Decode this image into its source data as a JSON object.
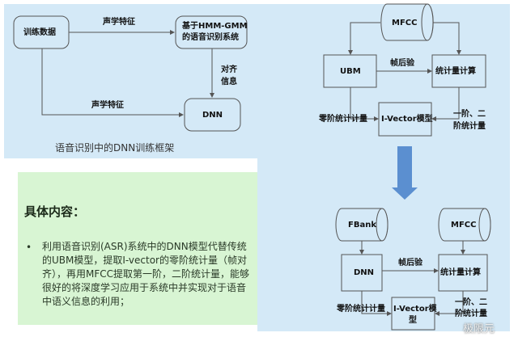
{
  "left_diagram": {
    "training_data": "训练数据",
    "hmm_system_line1": "基于HMM-GMM",
    "hmm_system_line2": "的语音识别系统",
    "acoustic_feature_top": "声学特征",
    "acoustic_feature_bottom": "声学特征",
    "alignment_line1": "对齐",
    "alignment_line2": "信息",
    "dnn": "DNN",
    "caption": "语音识别中的DNN训练框架"
  },
  "right_top": {
    "mfcc": "MFCC",
    "ubm": "UBM",
    "frame_posterior": "帧后验",
    "stats_calc": "统计量计算",
    "zero_order": "零阶统计计量",
    "ivector": "I-Vector模型",
    "first_second_line1": "一阶、二",
    "first_second_line2": "阶统计量"
  },
  "right_bottom": {
    "fbank": "FBank",
    "mfcc": "MFCC",
    "dnn": "DNN",
    "frame_posterior": "帧后验",
    "stats_calc": "统计量计算",
    "zero_order": "零阶统计计量",
    "ivector_line1": "I-Vector模",
    "ivector_line2": "型",
    "first_second_line1": "一阶、二",
    "first_second_line2": "阶统计量"
  },
  "content": {
    "heading": "具体内容：",
    "bullet": "•",
    "text": "利用语音识别(ASR)系统中的DNN模型代替传统的UBM模型，提取I-vector的零阶统计量（帧对齐），再用MFCC提取第一阶，二阶统计量，能够很好的将深度学习应用于系统中并实现对于语音中语义信息的利用；"
  },
  "watermark": "极限元"
}
